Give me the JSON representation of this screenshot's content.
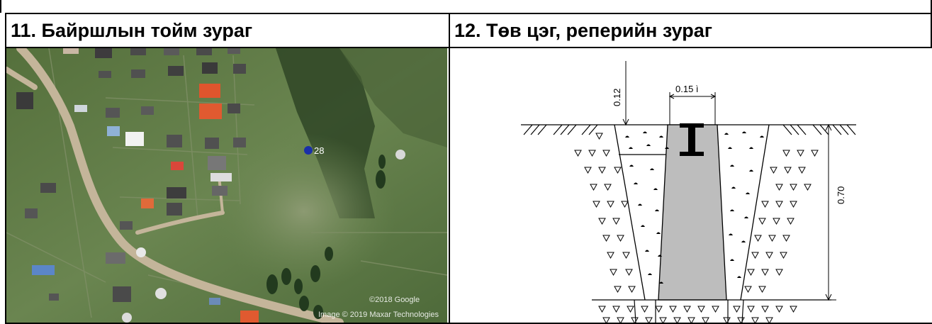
{
  "sections": {
    "location": {
      "title": "11. Байршлын тойм зураг"
    },
    "benchmark": {
      "title": "12. Төв цэг, реперийн зураг"
    }
  },
  "map": {
    "point_label": "28",
    "watermark_1": "©2018 Google",
    "watermark_2": "Image © 2019 Maxar Technologies",
    "colors": {
      "grass": "#5f7a42",
      "road": "#c4b59a",
      "point": "#1a2fa8"
    }
  },
  "drawing": {
    "dim_top": "0.12",
    "dim_width": "0.15 ì",
    "dim_depth": "0.70",
    "colors": {
      "concrete": "#bdbdbd",
      "line": "#000000"
    }
  }
}
